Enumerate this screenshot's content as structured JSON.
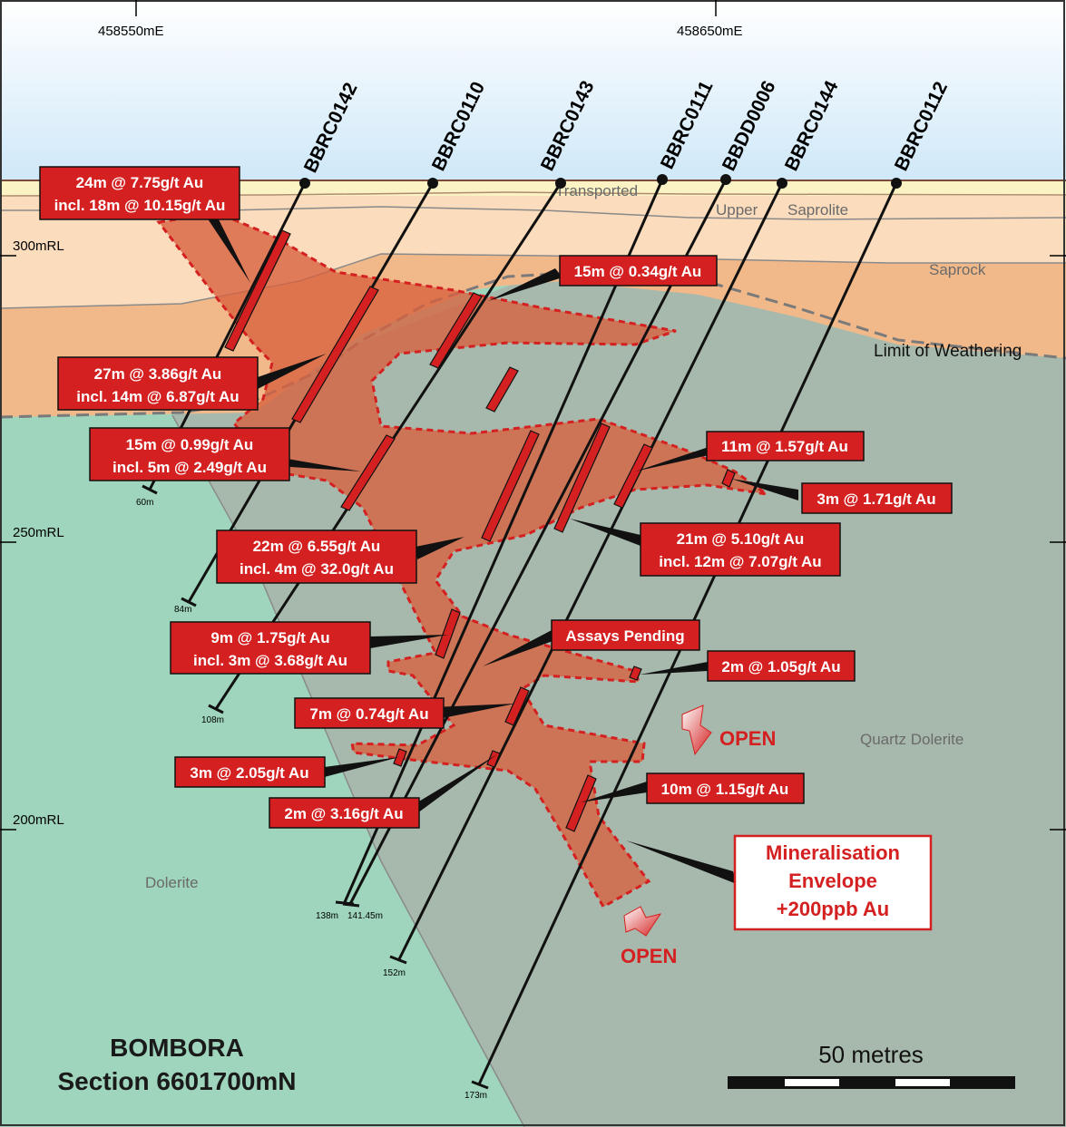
{
  "coordinates": {
    "east_1": "458550mE",
    "east_2": "458650mE",
    "rl_300": "300mRL",
    "rl_250": "250mRL",
    "rl_200": "200mRL"
  },
  "drillholes": [
    {
      "id": "BBRC0142",
      "depth": "60m"
    },
    {
      "id": "BBRC0110",
      "depth": "84m"
    },
    {
      "id": "BBRC0143",
      "depth": "108m"
    },
    {
      "id": "BBRC0111",
      "depth": "138m"
    },
    {
      "id": "BBDD0006",
      "depth": "141.45m"
    },
    {
      "id": "BBRC0144",
      "depth": "152m"
    },
    {
      "id": "BBRC0112",
      "depth": "173m"
    }
  ],
  "intercepts": [
    {
      "line1": "24m @ 7.75g/t Au",
      "line2": "incl. 18m @ 10.15g/t Au"
    },
    {
      "line1": "15m @ 0.34g/t Au",
      "line2": ""
    },
    {
      "line1": "27m @ 3.86g/t Au",
      "line2": "incl. 14m @ 6.87g/t Au"
    },
    {
      "line1": "15m @ 0.99g/t Au",
      "line2": "incl. 5m @ 2.49g/t Au"
    },
    {
      "line1": "11m @ 1.57g/t Au",
      "line2": ""
    },
    {
      "line1": "3m @ 1.71g/t Au",
      "line2": ""
    },
    {
      "line1": "22m @ 6.55g/t Au",
      "line2": "incl. 4m @ 32.0g/t Au"
    },
    {
      "line1": "21m @ 5.10g/t Au",
      "line2": "incl. 12m @ 7.07g/t Au"
    },
    {
      "line1": "9m @ 1.75g/t Au",
      "line2": "incl. 3m @ 3.68g/t Au"
    },
    {
      "line1": "Assays Pending",
      "line2": ""
    },
    {
      "line1": "2m @ 1.05g/t Au",
      "line2": ""
    },
    {
      "line1": "7m @ 0.74g/t Au",
      "line2": ""
    },
    {
      "line1": "3m @ 2.05g/t Au",
      "line2": ""
    },
    {
      "line1": "10m @ 1.15g/t Au",
      "line2": ""
    },
    {
      "line1": "2m @ 3.16g/t Au",
      "line2": ""
    }
  ],
  "geology": {
    "transported": "Transported",
    "upper": "Upper",
    "saprolite": "Saprolite",
    "saprock": "Saprock",
    "limit_of_weathering": "Limit of Weathering",
    "quartz_dolerite": "Quartz Dolerite",
    "dolerite": "Dolerite"
  },
  "open_label": "OPEN",
  "envelope": {
    "line1": "Mineralisation",
    "line2": "Envelope",
    "line3": "+200ppb Au"
  },
  "title": {
    "line1": "BOMBORA",
    "line2": "Section  6601700mN"
  },
  "scale_bar": {
    "label": "50 metres"
  },
  "colors": {
    "sky_top": "#cfe8f8",
    "transported": "#fbf3c4",
    "saprolite": "#fbdcbc",
    "saprock": "#f1b98a",
    "dolerite": "#9ed5bc",
    "quartz_dolerite": "#a7b9ac",
    "envelope_fill": "#d9603e",
    "label_red": "#d42020"
  }
}
